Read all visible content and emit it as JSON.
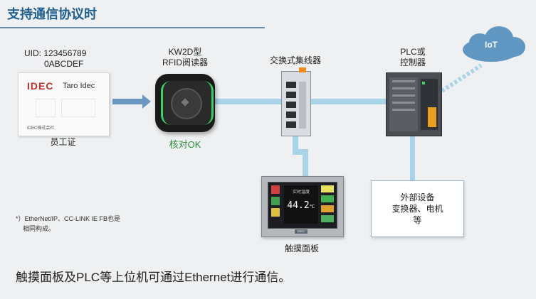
{
  "title": "支持通信协议时",
  "card": {
    "uid_line1": "UID: 123456789",
    "uid_line2": "0ABCDEF",
    "logo": "IDEC",
    "name": "Taro Idec",
    "company": "IDEC株式会社",
    "label": "员工证"
  },
  "reader": {
    "label_line1": "KW2D型",
    "label_line2": "RFID阅读器",
    "status": "核对OK"
  },
  "switch": {
    "label": "交换式集线器"
  },
  "plc": {
    "label_line1": "PLC或",
    "label_line2": "控制器"
  },
  "iot": {
    "label": "IoT"
  },
  "hmi": {
    "label": "触摸面板",
    "screen_value": "44.2",
    "screen_unit": "℃",
    "screen_caption": "实时温度",
    "brand": "IDEC"
  },
  "external": {
    "line1": "外部设备",
    "line2": "变换器、电机",
    "line3": "等"
  },
  "footnote": {
    "line1": "*）EtherNet/IP、CC-LINK IE FB也是",
    "line2": "相同构成。"
  },
  "bottom_text": "触摸面板及PLC等上位机可通过Ethernet进行通信。",
  "colors": {
    "title": "#1f5f8f",
    "network_line": "#a9d3e8",
    "arrow": "#6a98c0",
    "status_ok": "#2f8a3b",
    "iot_cloud": "#5f97c2"
  }
}
